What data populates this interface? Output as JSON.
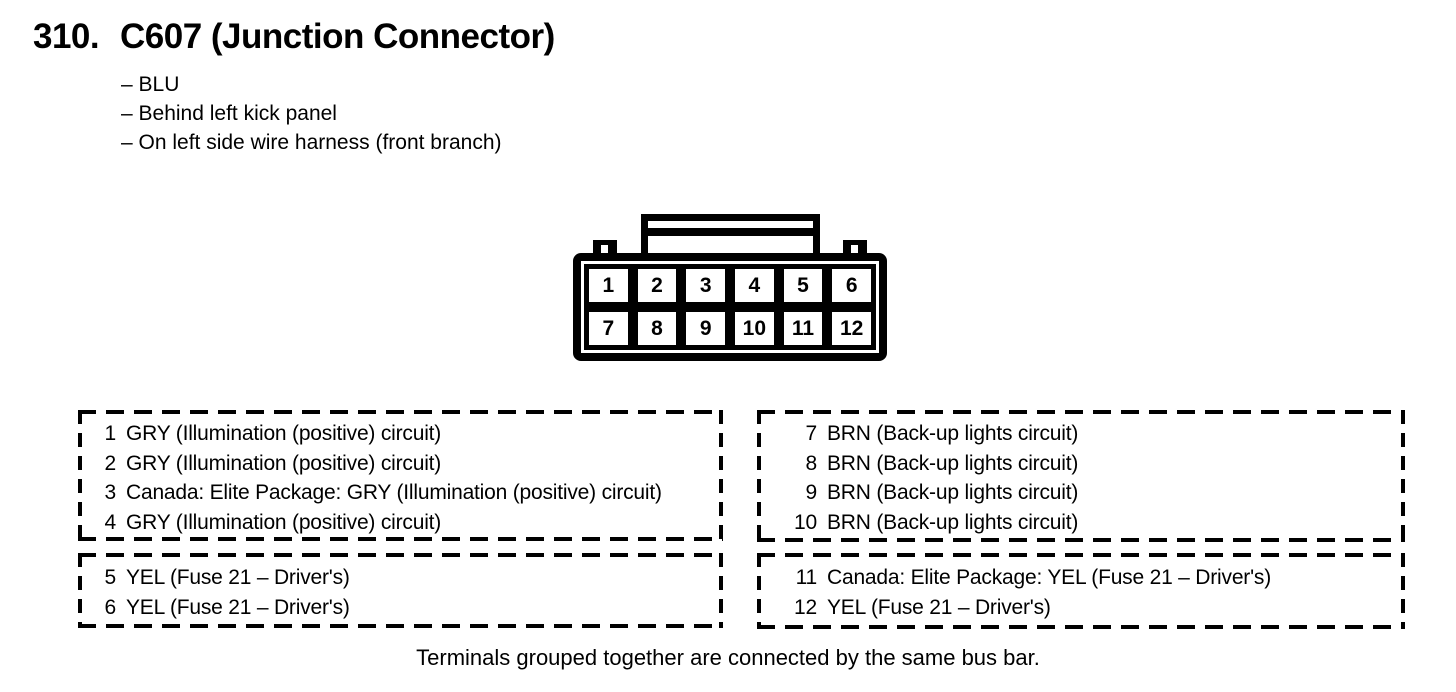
{
  "page": {
    "section_number": "310.",
    "title": "C607 (Junction Connector)",
    "details": [
      "– BLU",
      "– Behind left kick panel",
      "– On left side wire harness (front branch)"
    ],
    "footer_note": "Terminals grouped together are connected by the same bus bar."
  },
  "connector_diagram": {
    "pins": [
      "1",
      "2",
      "3",
      "4",
      "5",
      "6",
      "7",
      "8",
      "9",
      "10",
      "11",
      "12"
    ]
  },
  "terminal_groups": [
    {
      "position": "top-left",
      "terminals": [
        {
          "pin": "1",
          "desc": "GRY (Illumination (positive) circuit)"
        },
        {
          "pin": "2",
          "desc": "GRY (Illumination (positive) circuit)"
        },
        {
          "pin": "3",
          "desc": "Canada: Elite Package: GRY (Illumination (positive) circuit)"
        },
        {
          "pin": "4",
          "desc": "GRY (Illumination (positive) circuit)"
        }
      ]
    },
    {
      "position": "top-right",
      "terminals": [
        {
          "pin": "7",
          "desc": "BRN (Back-up lights circuit)"
        },
        {
          "pin": "8",
          "desc": "BRN (Back-up lights circuit)"
        },
        {
          "pin": "9",
          "desc": "BRN (Back-up lights circuit)"
        },
        {
          "pin": "10",
          "desc": "BRN (Back-up lights circuit)"
        }
      ]
    },
    {
      "position": "bottom-left",
      "terminals": [
        {
          "pin": "5",
          "desc": "YEL (Fuse 21 – Driver's)"
        },
        {
          "pin": "6",
          "desc": "YEL (Fuse 21 – Driver's)"
        }
      ]
    },
    {
      "position": "bottom-right",
      "terminals": [
        {
          "pin": "11",
          "desc": "Canada: Elite Package: YEL (Fuse 21 – Driver's)"
        },
        {
          "pin": "12",
          "desc": "YEL (Fuse 21 – Driver's)"
        }
      ]
    }
  ],
  "colors": {
    "ink": "#000000",
    "paper": "#ffffff"
  }
}
